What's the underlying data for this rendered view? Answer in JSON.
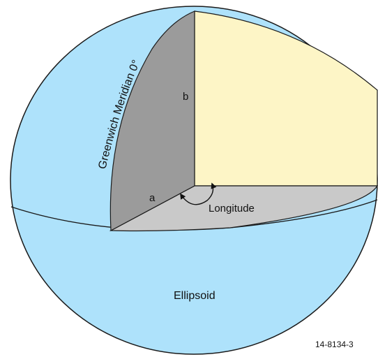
{
  "labels": {
    "greenwich_meridian": "Greenwich Meridian 0°",
    "semi_minor_axis": "b",
    "semi_major_axis": "a",
    "longitude": "Longitude",
    "ellipsoid": "Ellipsoid",
    "figure_number": "14-8134-3"
  },
  "colors": {
    "ellipsoid_fill": "#aee2fb",
    "meridian_plane": "#9b9b9b",
    "equatorial_plane": "#c9c9c9",
    "longitude_plane": "#fdf5c6",
    "outline": "#1a1a1a"
  }
}
